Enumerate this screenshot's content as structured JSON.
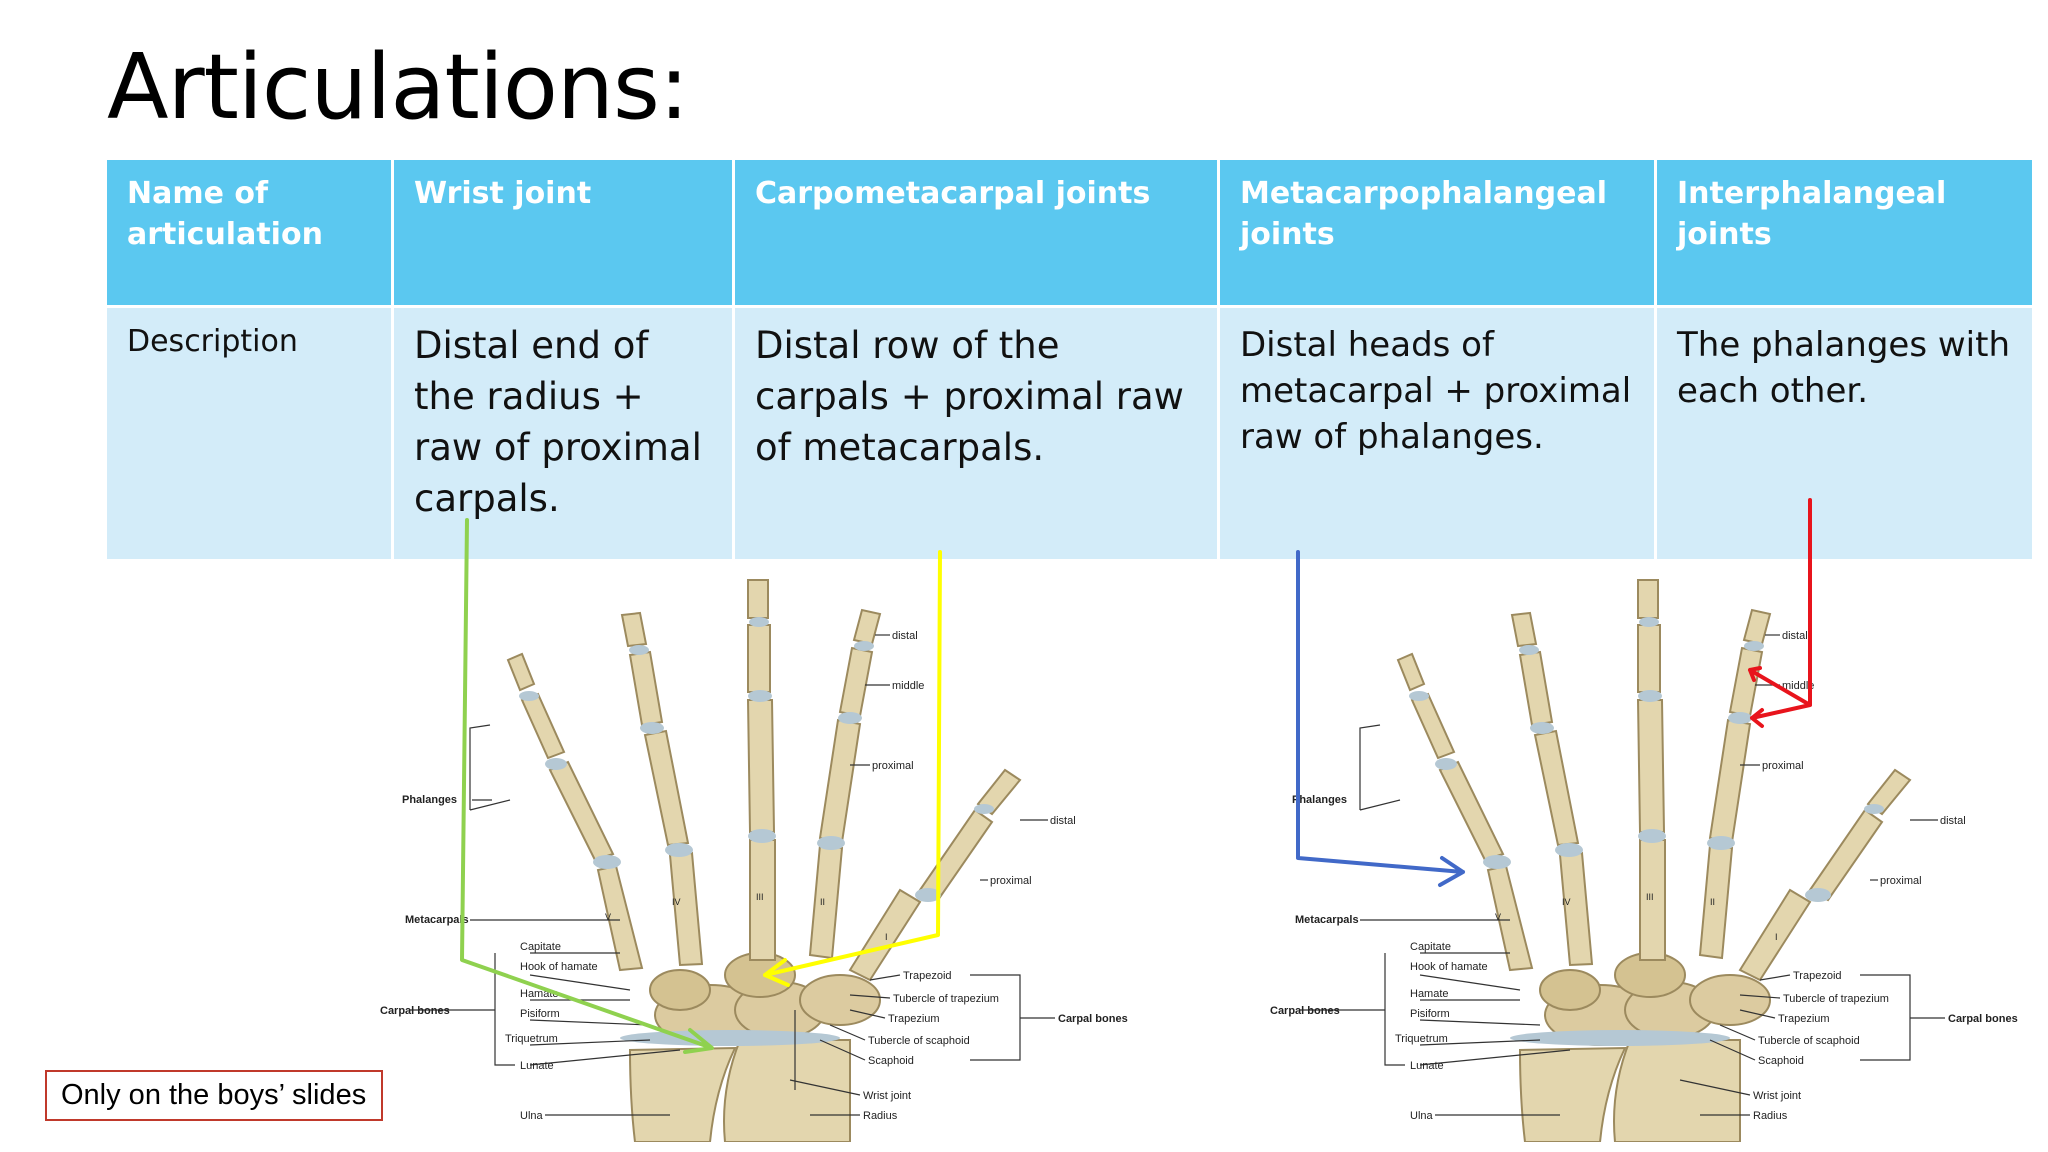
{
  "slide": {
    "title": "Articulations:"
  },
  "table": {
    "headers": [
      "Name of articulation",
      "Wrist joint",
      "Carpometacarpal joints",
      "Metacarpophalangeal joints",
      "Interphalangeal joints"
    ],
    "row_label": "Description",
    "descriptions": [
      "Distal end of the radius + raw of proximal carpals.",
      "Distal row of the carpals + proximal raw of metacarpals.",
      "Distal heads of metacarpal + proximal raw of phalanges.",
      "The phalanges with each other."
    ]
  },
  "left_figure": {
    "labels": {
      "distal": "distal",
      "middle": "middle",
      "proximal": "proximal",
      "thumb_distal": "distal",
      "thumb_proximal": "proximal",
      "phalanges": "Phalanges",
      "metacarpals": "Metacarpals",
      "capitate": "Capitate",
      "hook_of_hamate": "Hook of hamate",
      "hamate": "Hamate",
      "pisiform": "Pisiform",
      "triquetrum": "Triquetrum",
      "lunate": "Lunate",
      "ulna": "Ulna",
      "carpal_bones_left": "Carpal bones",
      "trapezoid": "Trapezoid",
      "tubercle_trapezium": "Tubercle of trapezium",
      "trapezium": "Trapezium",
      "tubercle_scaphoid": "Tubercle of scaphoid",
      "scaphoid": "Scaphoid",
      "wrist_joint": "Wrist joint",
      "radius": "Radius",
      "carpal_bones_right": "Carpal bones",
      "roman_v": "V",
      "roman_iv": "IV",
      "roman_iii": "III",
      "roman_ii": "II",
      "roman_i": "I"
    }
  },
  "right_figure": {
    "labels": {
      "distal": "distal",
      "middle": "middle",
      "proximal": "proximal",
      "thumb_distal": "distal",
      "thumb_proximal": "proximal",
      "phalanges": "Phalanges",
      "metacarpals": "Metacarpals",
      "capitate": "Capitate",
      "hook_of_hamate": "Hook of hamate",
      "hamate": "Hamate",
      "pisiform": "Pisiform",
      "triquetrum": "Triquetrum",
      "lunate": "Lunate",
      "ulna": "Ulna",
      "carpal_bones_left": "Carpal bones",
      "trapezoid": "Trapezoid",
      "tubercle_trapezium": "Tubercle of trapezium",
      "trapezium": "Trapezium",
      "tubercle_scaphoid": "Tubercle of scaphoid",
      "scaphoid": "Scaphoid",
      "wrist_joint": "Wrist joint",
      "radius": "Radius",
      "carpal_bones_right": "Carpal bones",
      "roman_v": "V",
      "roman_iv": "IV",
      "roman_iii": "III",
      "roman_ii": "II",
      "roman_i": "I"
    }
  },
  "annotations": {
    "wrist_arrow_color": "#8fd14f",
    "carpometacarpal_arrow_color": "#ffff00",
    "metacarpophalangeal_arrow_color": "#4169c8",
    "interphalangeal_arrow_color": "#e8141c"
  },
  "note": {
    "text": "Only on the boys’ slides",
    "border_color": "#c0392b"
  }
}
